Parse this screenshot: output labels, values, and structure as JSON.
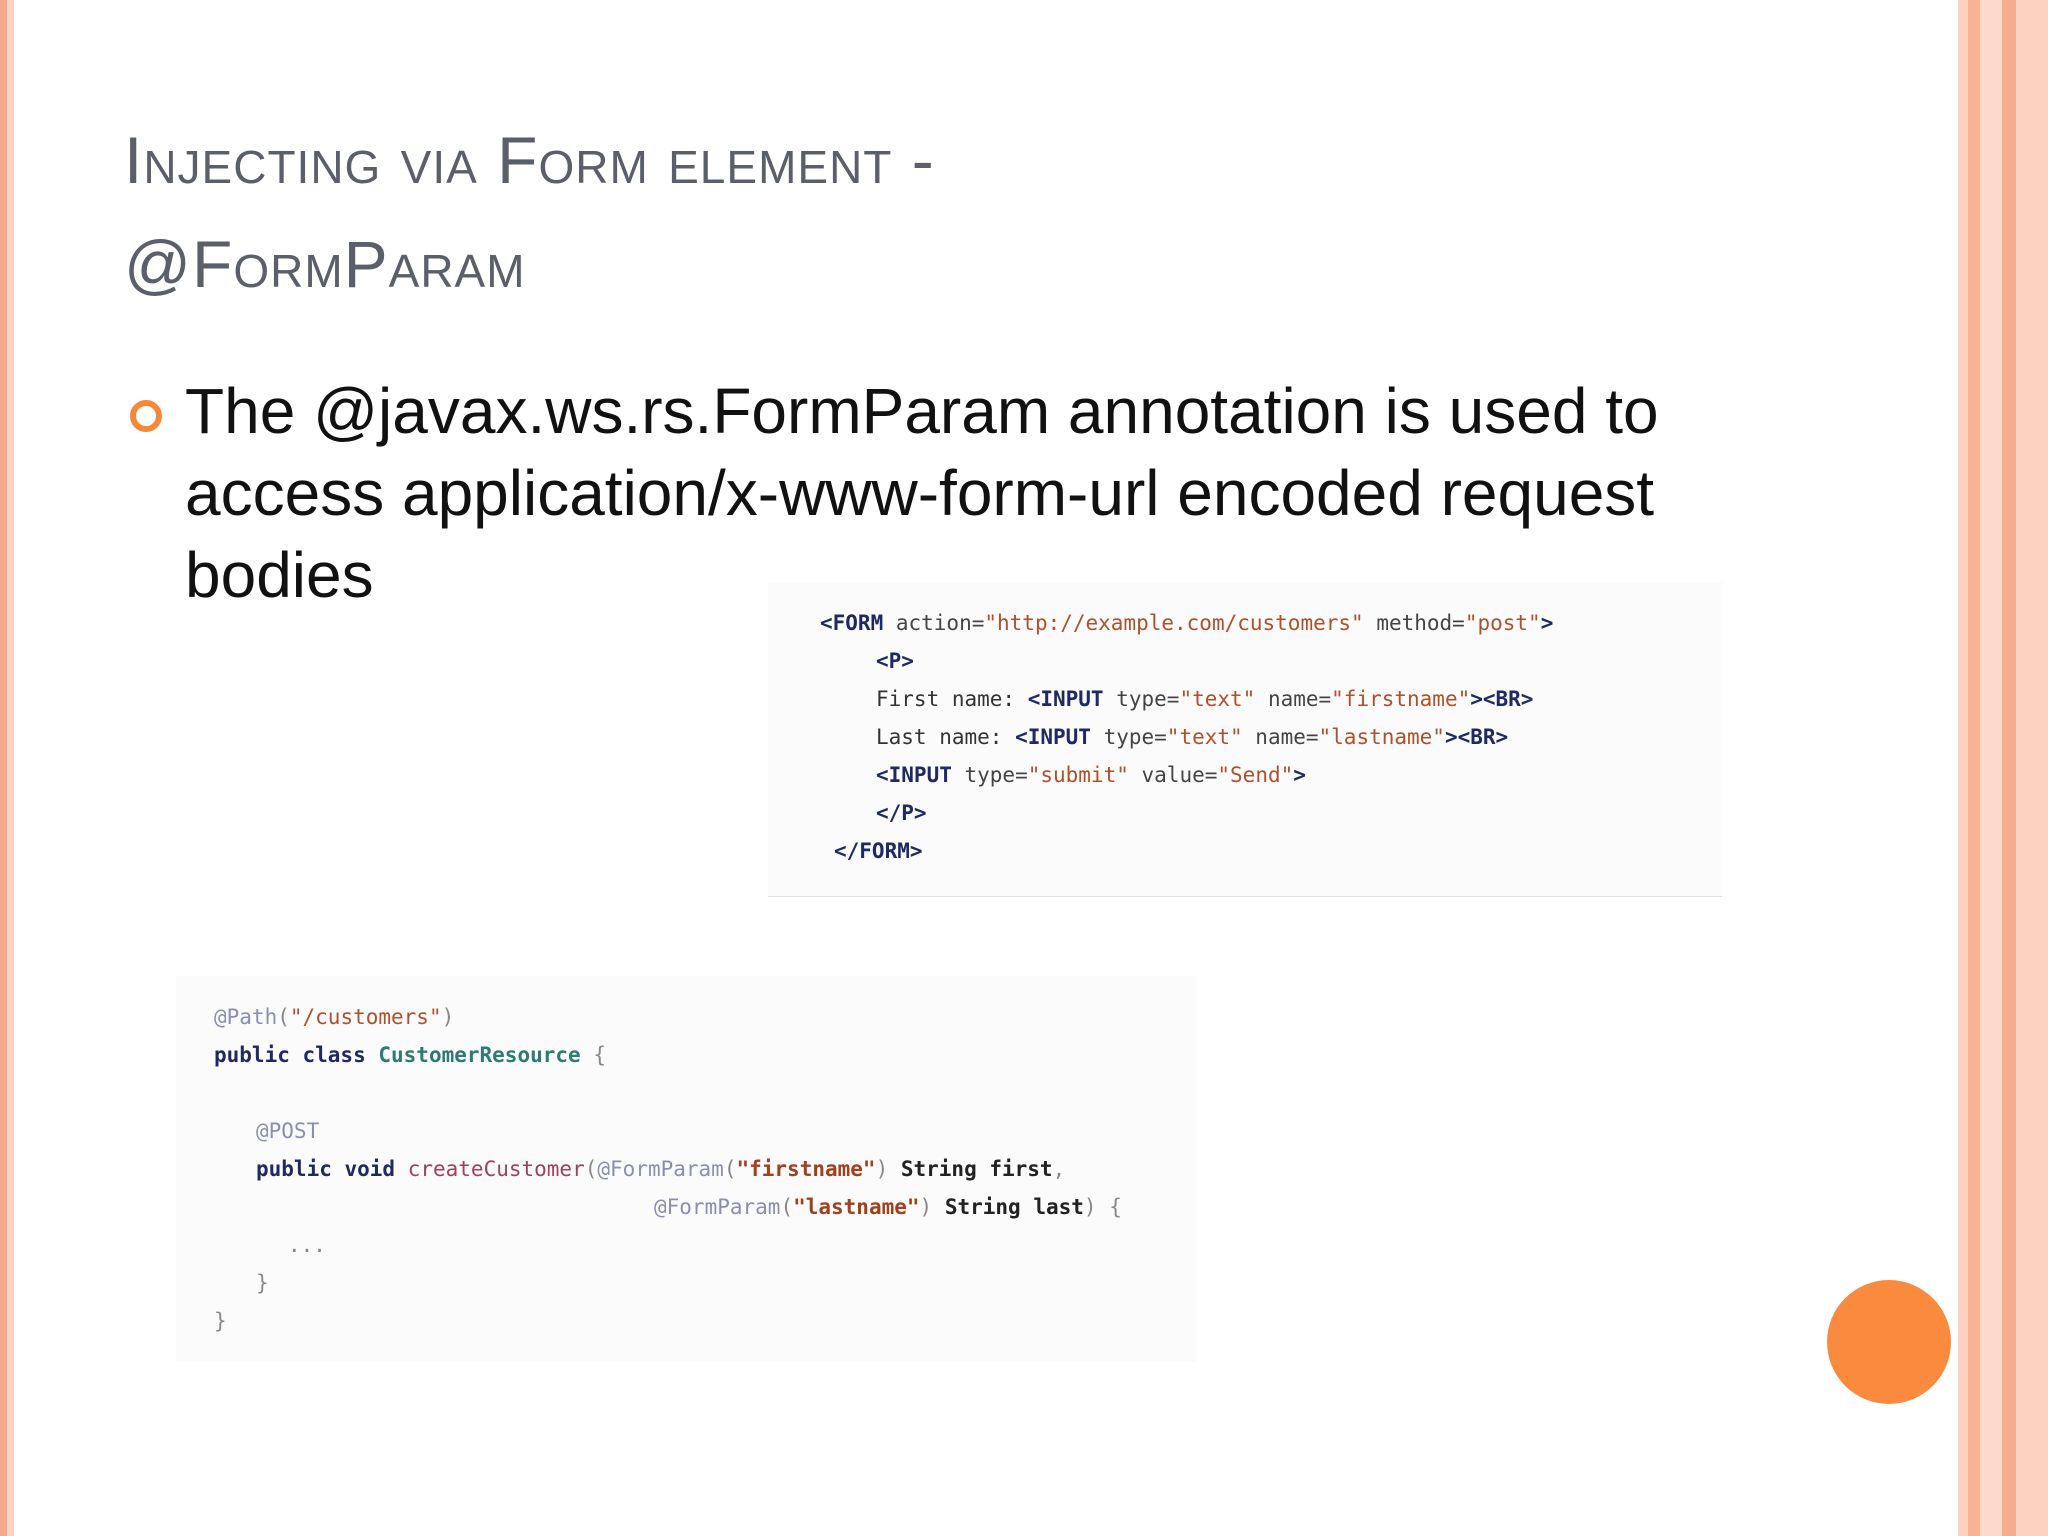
{
  "title": {
    "line1": "Injecting via Form element -",
    "line2": "@FormParam"
  },
  "bullet": {
    "text": "The @javax.ws.rs.FormParam annotation is used to access application/x-www-form-url encoded request bodies"
  },
  "html_code": {
    "l1": {
      "t1": "<FORM",
      "a1": " action=",
      "s1": "\"http://example.com/customers\"",
      "a2": " method=",
      "s2": "\"post\"",
      "t2": ">"
    },
    "l2": {
      "t1": "<P>"
    },
    "l3": {
      "x1": "First name: ",
      "t1": "<INPUT",
      "a1": " type=",
      "s1": "\"text\"",
      "a2": " name=",
      "s2": "\"firstname\"",
      "t2": "><BR>"
    },
    "l4": {
      "x1": "Last name: ",
      "t1": "<INPUT",
      "a1": " type=",
      "s1": "\"text\"",
      "a2": " name=",
      "s2": "\"lastname\"",
      "t2": "><BR>"
    },
    "l5": {
      "t1": "<INPUT",
      "a1": " type=",
      "s1": "\"submit\"",
      "a2": " value=",
      "s2": "\"Send\"",
      "t2": ">"
    },
    "l6": {
      "t1": "</P>"
    },
    "l7": {
      "t1": "</FORM>"
    }
  },
  "java_code": {
    "l1": {
      "an": "@Path",
      "p1": "(",
      "s1": "\"/customers\"",
      "p2": ")"
    },
    "l2": {
      "k1": "public class ",
      "c1": "CustomerResource",
      "p1": " {"
    },
    "l3": {
      "an": "@POST"
    },
    "l4": {
      "k1": "public void ",
      "m1": "createCustomer",
      "p1": "(",
      "an": "@FormParam",
      "p2": "(",
      "s1": "\"firstname\"",
      "p3": ") ",
      "t1": "String first",
      "p4": ","
    },
    "l5": {
      "an": "@FormParam",
      "p1": "(",
      "s1": "\"lastname\"",
      "p2": ") ",
      "t1": "String last",
      "p3": ") {"
    },
    "l6": {
      "p1": "..."
    },
    "l7": {
      "p1": "}"
    },
    "l8": {
      "p1": "}"
    }
  },
  "colors": {
    "accent": "#f7883a",
    "title": "#5b5f69",
    "border_stripe": "#f2a98a"
  }
}
